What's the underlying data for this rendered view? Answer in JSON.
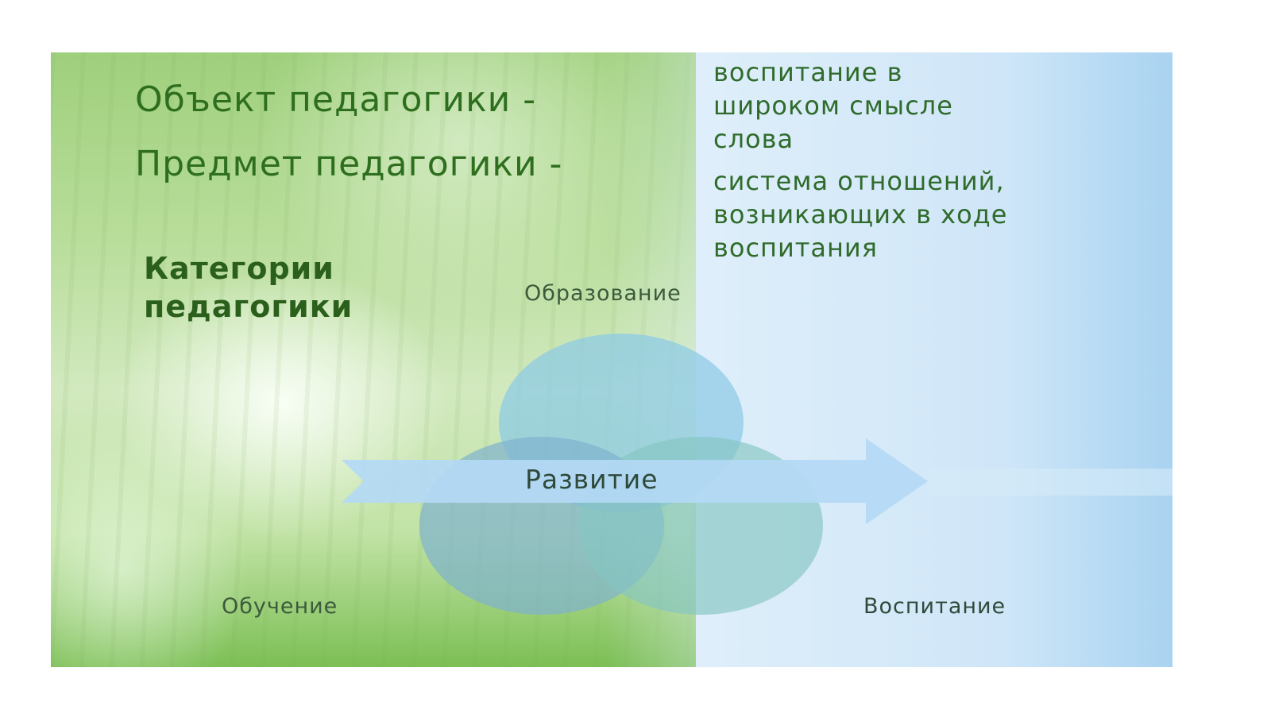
{
  "object_heading": "Объект педагогики -",
  "object_definition_lines": [
    "воспитание в",
    "широком смысле",
    "слова"
  ],
  "subject_heading": "Предмет педагогики -",
  "subject_definition_lines": [
    "система отношений,",
    "возникающих в ходе",
    "воспитания"
  ],
  "categories_lines": [
    "Категории",
    "педагогики"
  ],
  "diagram": {
    "top_circle_label": "Образование",
    "left_circle_label": "Обучение",
    "right_circle_label": "Воспитание",
    "arrow_label": "Развитие"
  },
  "colors": {
    "top_circle": "#8ccbe6",
    "left_circle": "#7fb2cf",
    "right_circle": "#86c6c2",
    "arrow": "#b4d9f5"
  }
}
